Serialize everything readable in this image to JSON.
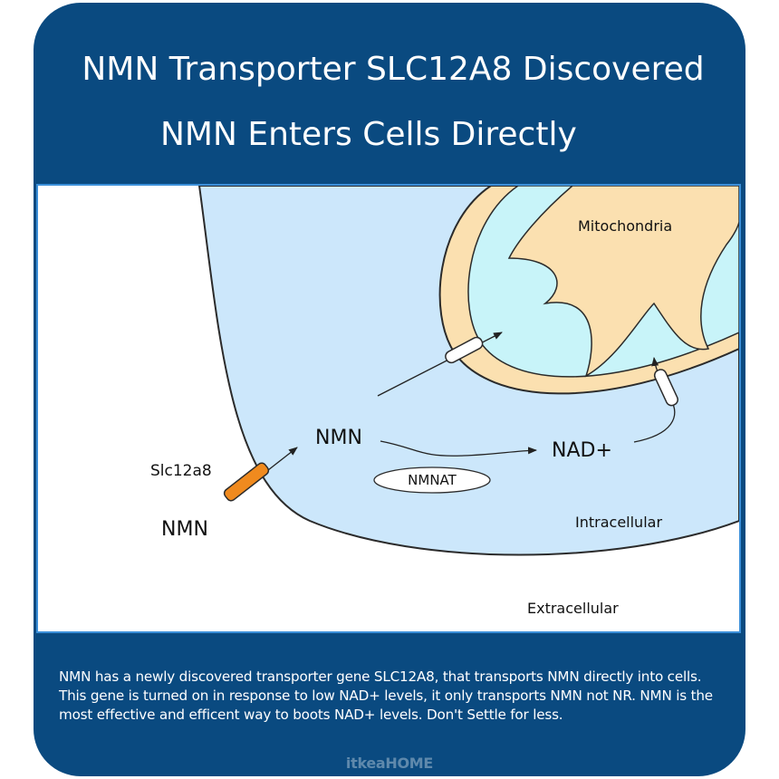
{
  "title": {
    "line1": "NMN Transporter  SLC12A8 Discovered",
    "line2": "NMN Enters Cells Directly"
  },
  "diagram": {
    "mitochondria_label": "Mitochondria",
    "nmn_inside_label": "NMN",
    "nad_label": "NAD+",
    "enzyme_label": "NMNAT",
    "transporter_label": "Slc12a8",
    "nmn_outside_label": "NMN",
    "intracellular_label": "Intracellular",
    "extracellular_label": "Extracellular",
    "colors": {
      "cell_fill": "#cce7fb",
      "mito_outer": "#fbe0b0",
      "mito_inner_space": "#c8f4f9",
      "membrane_stroke": "#2b2b2b",
      "transporter": "#f08a1e"
    }
  },
  "description": "NMN has a newly discovered transporter gene SLC12A8, that transports NMN directly into cells. This gene is turned on in response to low NAD+ levels, it only transports NMN not NR. NMN is the most effective and efficent way to boots NAD+ levels. Don't Settle for less.",
  "watermark": "itkeaHOME"
}
